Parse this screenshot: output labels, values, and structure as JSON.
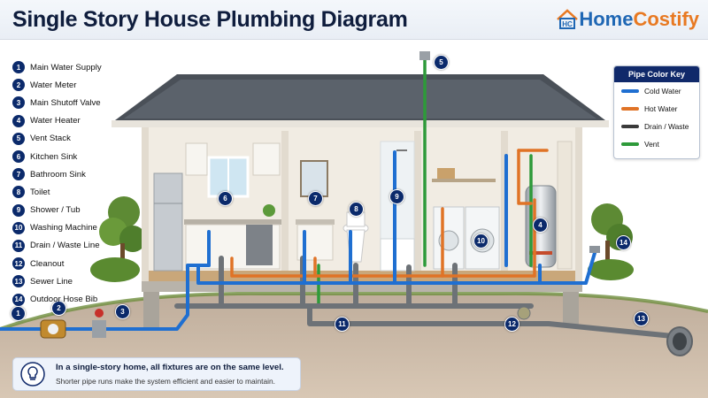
{
  "header": {
    "title": "Single Story House Plumbing Diagram",
    "brand_part1": "Home",
    "brand_part2": "Costify"
  },
  "legend": [
    {
      "num": "1",
      "label": "Main Water Supply"
    },
    {
      "num": "2",
      "label": "Water Meter"
    },
    {
      "num": "3",
      "label": "Main Shutoff Valve"
    },
    {
      "num": "4",
      "label": "Water Heater"
    },
    {
      "num": "5",
      "label": "Vent Stack"
    },
    {
      "num": "6",
      "label": "Kitchen Sink"
    },
    {
      "num": "7",
      "label": "Bathroom Sink"
    },
    {
      "num": "8",
      "label": "Toilet"
    },
    {
      "num": "9",
      "label": "Shower / Tub"
    },
    {
      "num": "10",
      "label": "Washing Machine"
    },
    {
      "num": "11",
      "label": "Drain / Waste Line"
    },
    {
      "num": "12",
      "label": "Cleanout"
    },
    {
      "num": "13",
      "label": "Sewer Line"
    },
    {
      "num": "14",
      "label": "Outdoor Hose Bib"
    }
  ],
  "pipe_key": {
    "title": "Pipe Color Key",
    "items": [
      {
        "label": "Cold Water",
        "color": "#1f6fd1"
      },
      {
        "label": "Hot Water",
        "color": "#e07326"
      },
      {
        "label": "Drain / Waste",
        "color": "#3a3a3a"
      },
      {
        "label": "Vent",
        "color": "#2e9a3a"
      }
    ]
  },
  "info": {
    "line1": "In a single-story home, all fixtures are on the same level.",
    "line2": "Shorter pipe runs make the system efficient and easier to maintain."
  },
  "icons": {
    "brand": "house-logo-icon",
    "info": "lightbulb-icon"
  }
}
